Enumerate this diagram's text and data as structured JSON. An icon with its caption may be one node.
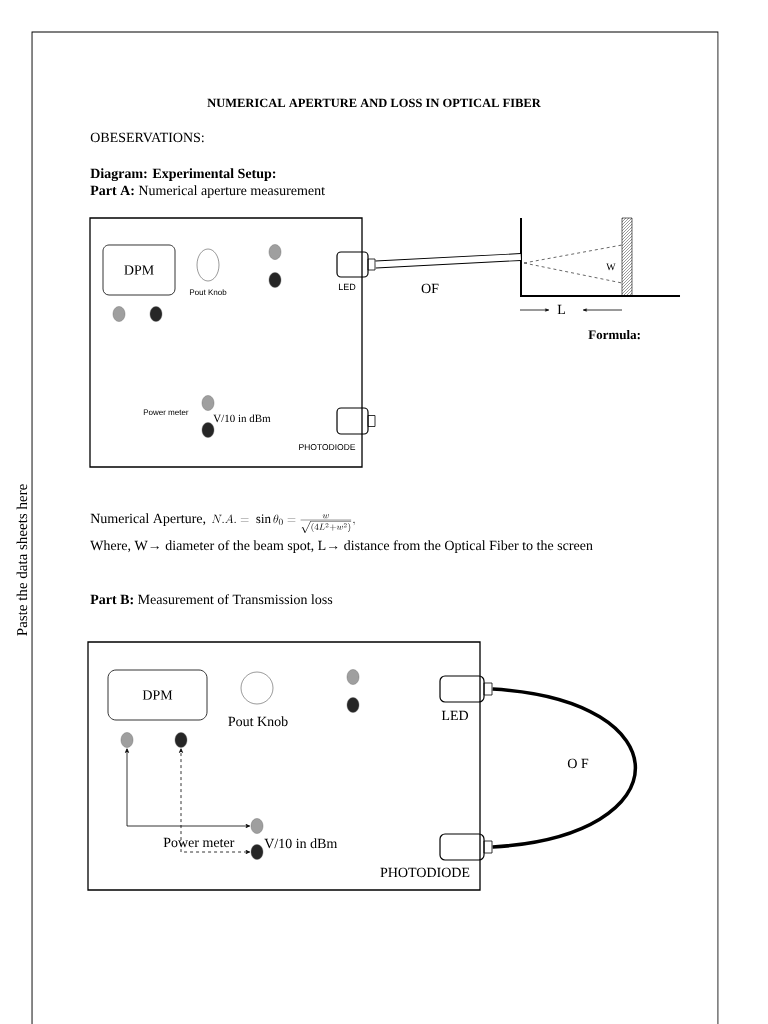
{
  "diagram": {
    "title": "NUMERICAL APERTURE AND LOSS IN OPTICAL FIBER",
    "nodes": [
      {
        "text": [],
        "shape": "box"
      },
      {
        "text": [
          "DPM"
        ],
        "in": 0
      },
      {
        "text": [],
        "shape": "circle",
        "in": 0,
        "beside": [
          "Pout Knob"
        ]
      },
      {
        "text": [],
        "shape": "box",
        "in": 0,
        "beside": [
          "LED"
        ]
      },
      {
        "text": [],
        "shape": "box",
        "in": 0,
        "beside": [
          "PHOTODIODE"
        ]
      },
      {
        "text": [],
        "shape": "stand"
      },
      {
        "text": [],
        "shape": "box"
      },
      {
        "text": [
          "DPM"
        ],
        "in": 6
      },
      {
        "text": [],
        "shape": "circle",
        "in": 6,
        "beside": [
          "Pout Knob"
        ]
      },
      {
        "text": [],
        "shape": "box",
        "in": 6,
        "beside": [
          "LED"
        ]
      },
      {
        "text": [],
        "shape": "box",
        "in": 6,
        "beside": [
          "PHOTODIODE"
        ]
      },
      {
        "text": [],
        "shape": "circle",
        "in": 6
      },
      {
        "text": [],
        "shape": "circle",
        "in": 6
      },
      {
        "text": [],
        "shape": "circle",
        "in": 6
      },
      {
        "text": [],
        "shape": "circle",
        "in": 6
      },
      {
        "text": [],
        "shape": "circle",
        "in": 0
      },
      {
        "text": [],
        "shape": "circle",
        "in": 0
      },
      {
        "text": [],
        "shape": "circle",
        "in": 0
      },
      {
        "text": [],
        "shape": "circle",
        "in": 0
      },
      {
        "text": [],
        "shape": "circle",
        "in": 0
      },
      {
        "text": [],
        "shape": "circle",
        "in": 0
      },
      {
        "text": [],
        "shape": "circle",
        "in": 6
      },
      {
        "text": [],
        "shape": "circle",
        "in": 6
      }
    ],
    "edges": [
      {
        "from": 3,
        "to": 5,
        "arrow": "none",
        "label": "OF",
        "style": "thick"
      },
      {
        "from": 9,
        "to": 10,
        "arrow": "none",
        "label": "O F",
        "style": "thick"
      },
      {
        "from": 13,
        "to": 11,
        "arrow": "both"
      },
      {
        "from": 14,
        "to": 12,
        "arrow": "both",
        "style": "dashed"
      }
    ],
    "labels": [
      "OBESERVATIONS:",
      "Diagram: Experimental Setup:",
      "**Part A:** Numerical aperture measurement",
      "Power meter",
      "V/10 in dBm",
      "W",
      "L",
      "Formula:",
      "Numerical Aperture,",
      "N.A.=\\ \\sin\\theta_0=\\frac{w}{\\sqrt{(4L^2+w^2)}},",
      "Where, W→ diameter of the beam spot, L→ distance from the Optical Fiber to the screen",
      "**Part B:** Measurement of Transmission loss",
      "Power meter",
      "V/10 in dBm",
      "Paste the data sheets here"
    ]
  }
}
